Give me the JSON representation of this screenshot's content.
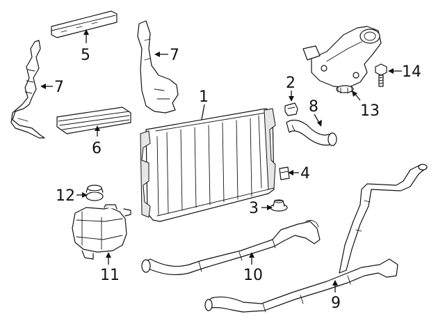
{
  "callouts": [
    {
      "id": "c1",
      "text": "1"
    },
    {
      "id": "c2",
      "text": "2"
    },
    {
      "id": "c3",
      "text": "3"
    },
    {
      "id": "c4",
      "text": "4"
    },
    {
      "id": "c5",
      "text": "5"
    },
    {
      "id": "c6",
      "text": "6"
    },
    {
      "id": "c7a",
      "text": "7"
    },
    {
      "id": "c7b",
      "text": "7"
    },
    {
      "id": "c8",
      "text": "8"
    },
    {
      "id": "c9",
      "text": "9"
    },
    {
      "id": "c10",
      "text": "10"
    },
    {
      "id": "c11",
      "text": "11"
    },
    {
      "id": "c12",
      "text": "12"
    },
    {
      "id": "c13",
      "text": "13"
    },
    {
      "id": "c14",
      "text": "14"
    }
  ]
}
